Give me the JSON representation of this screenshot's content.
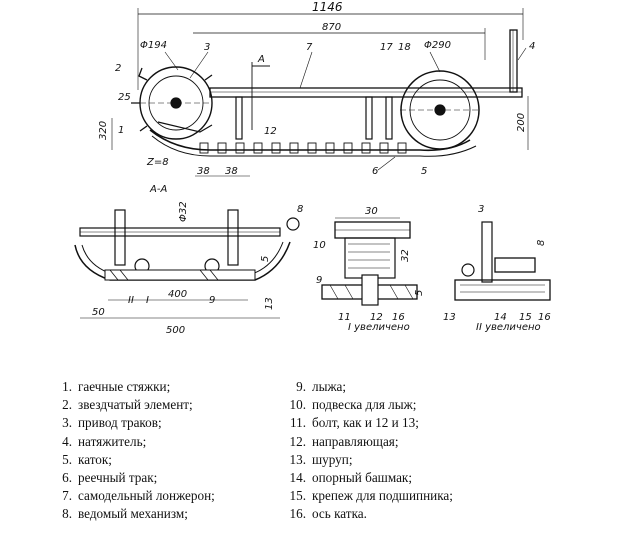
{
  "drawing": {
    "dimensions": {
      "total_length": "1146",
      "length_870": "870",
      "sprocket_dia": "Φ194",
      "wheel_dia": "Φ290",
      "dim_25": "25",
      "dim_320": "320",
      "dim_12": "12",
      "dim_200": "200",
      "teeth": "Z=8",
      "dim_38a": "38",
      "dim_38b": "38",
      "dim_32": "Φ32",
      "dim_400": "400",
      "dim_500": "500",
      "dim_50": "50",
      "dim_5a": "5",
      "dim_13": "13",
      "dim_30": "30",
      "dim_5b": "5",
      "dim_32b": "32",
      "dim_3": "3",
      "dim_8": "8"
    },
    "labels": {
      "section": "А-А",
      "arrow_a": "А",
      "roman_1": "I",
      "roman_2": "II",
      "detail_1": "I увеличено",
      "detail_2": "II увеличено"
    },
    "callouts": [
      "1",
      "2",
      "3",
      "4",
      "5",
      "6",
      "7",
      "17",
      "18",
      "8",
      "9",
      "10",
      "11",
      "12",
      "13",
      "14",
      "15",
      "16"
    ]
  },
  "legend": {
    "left": [
      {
        "num": "1.",
        "text": "гаечные стяжки;"
      },
      {
        "num": "2.",
        "text": "звездчатый элемент;"
      },
      {
        "num": "3.",
        "text": "привод траков;"
      },
      {
        "num": "4.",
        "text": "натяжитель;"
      },
      {
        "num": "5.",
        "text": "каток;"
      },
      {
        "num": "6.",
        "text": "реечный трак;"
      },
      {
        "num": "7.",
        "text": "самодельный лонжерон;"
      },
      {
        "num": "8.",
        "text": "ведомый механизм;"
      }
    ],
    "right": [
      {
        "num": "9.",
        "text": "лыжа;"
      },
      {
        "num": "10.",
        "text": "подвеска для лыж;"
      },
      {
        "num": "11.",
        "text": "болт, как и 12 и 13;"
      },
      {
        "num": "12.",
        "text": "направляющая;"
      },
      {
        "num": "13.",
        "text": "шуруп;"
      },
      {
        "num": "14.",
        "text": "опорный башмак;"
      },
      {
        "num": "15.",
        "text": "крепеж для подшипника;"
      },
      {
        "num": "16.",
        "text": "ось катка."
      }
    ]
  }
}
